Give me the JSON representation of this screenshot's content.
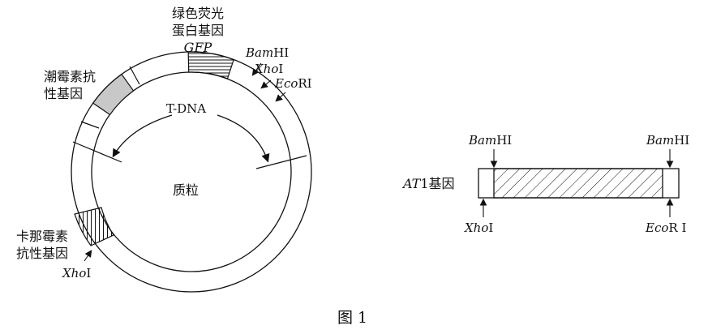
{
  "plasmid": {
    "gfp_label_line1": "绿色荧光",
    "gfp_label_line2": "蛋白基因",
    "gfp_italic": "GFP",
    "hyg_label_line1": "潮霉素抗",
    "hyg_label_line2": "性基因",
    "kan_label_line1": "卡那霉素",
    "kan_label_line2": "抗性基因",
    "tdna_label": "T-DNA",
    "center_label": "质粒",
    "sites": {
      "bamhi_italic": "Bam",
      "bamhi_rest": "HⅠ",
      "xhoi_italic": "Xho",
      "xhoi_rest": "Ⅰ",
      "ecori_italic": "Eco",
      "ecori_rest": "RⅠ",
      "xhoi_lower_italic": "Xho",
      "xhoi_lower_rest": "Ⅰ"
    }
  },
  "gene": {
    "label_italic": "AT",
    "label_rest": "1基因",
    "bamhi_left_italic": "Bam",
    "bamhi_left_rest": "HⅠ",
    "bamhi_right_italic": "Bam",
    "bamhi_right_rest": "HⅠ",
    "xhoi_italic": "Xho",
    "xhoi_rest": "Ⅰ",
    "ecori_italic": "Eco",
    "ecori_rest": "R Ⅰ"
  },
  "figure_caption": "图 1",
  "colors": {
    "ink": "#111111",
    "hyg_fill": "#c8c8c8",
    "background": "#ffffff"
  }
}
